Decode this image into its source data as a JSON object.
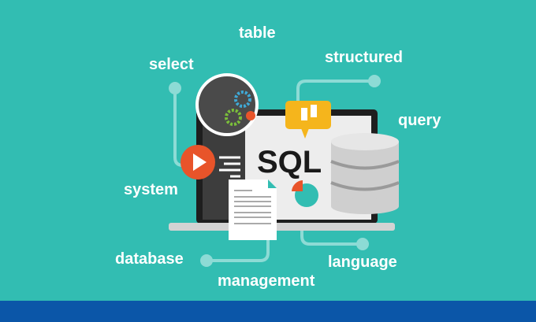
{
  "illustration": {
    "center_text": "SQL",
    "labels": {
      "table": "table",
      "select": "select",
      "structured": "structured",
      "query": "query",
      "system": "system",
      "database": "database",
      "management": "management",
      "language": "language"
    }
  },
  "colors": {
    "background": "#32bdb2",
    "footer": "#0b56a8",
    "accent_orange": "#e8542a",
    "accent_yellow": "#f5b51c"
  }
}
